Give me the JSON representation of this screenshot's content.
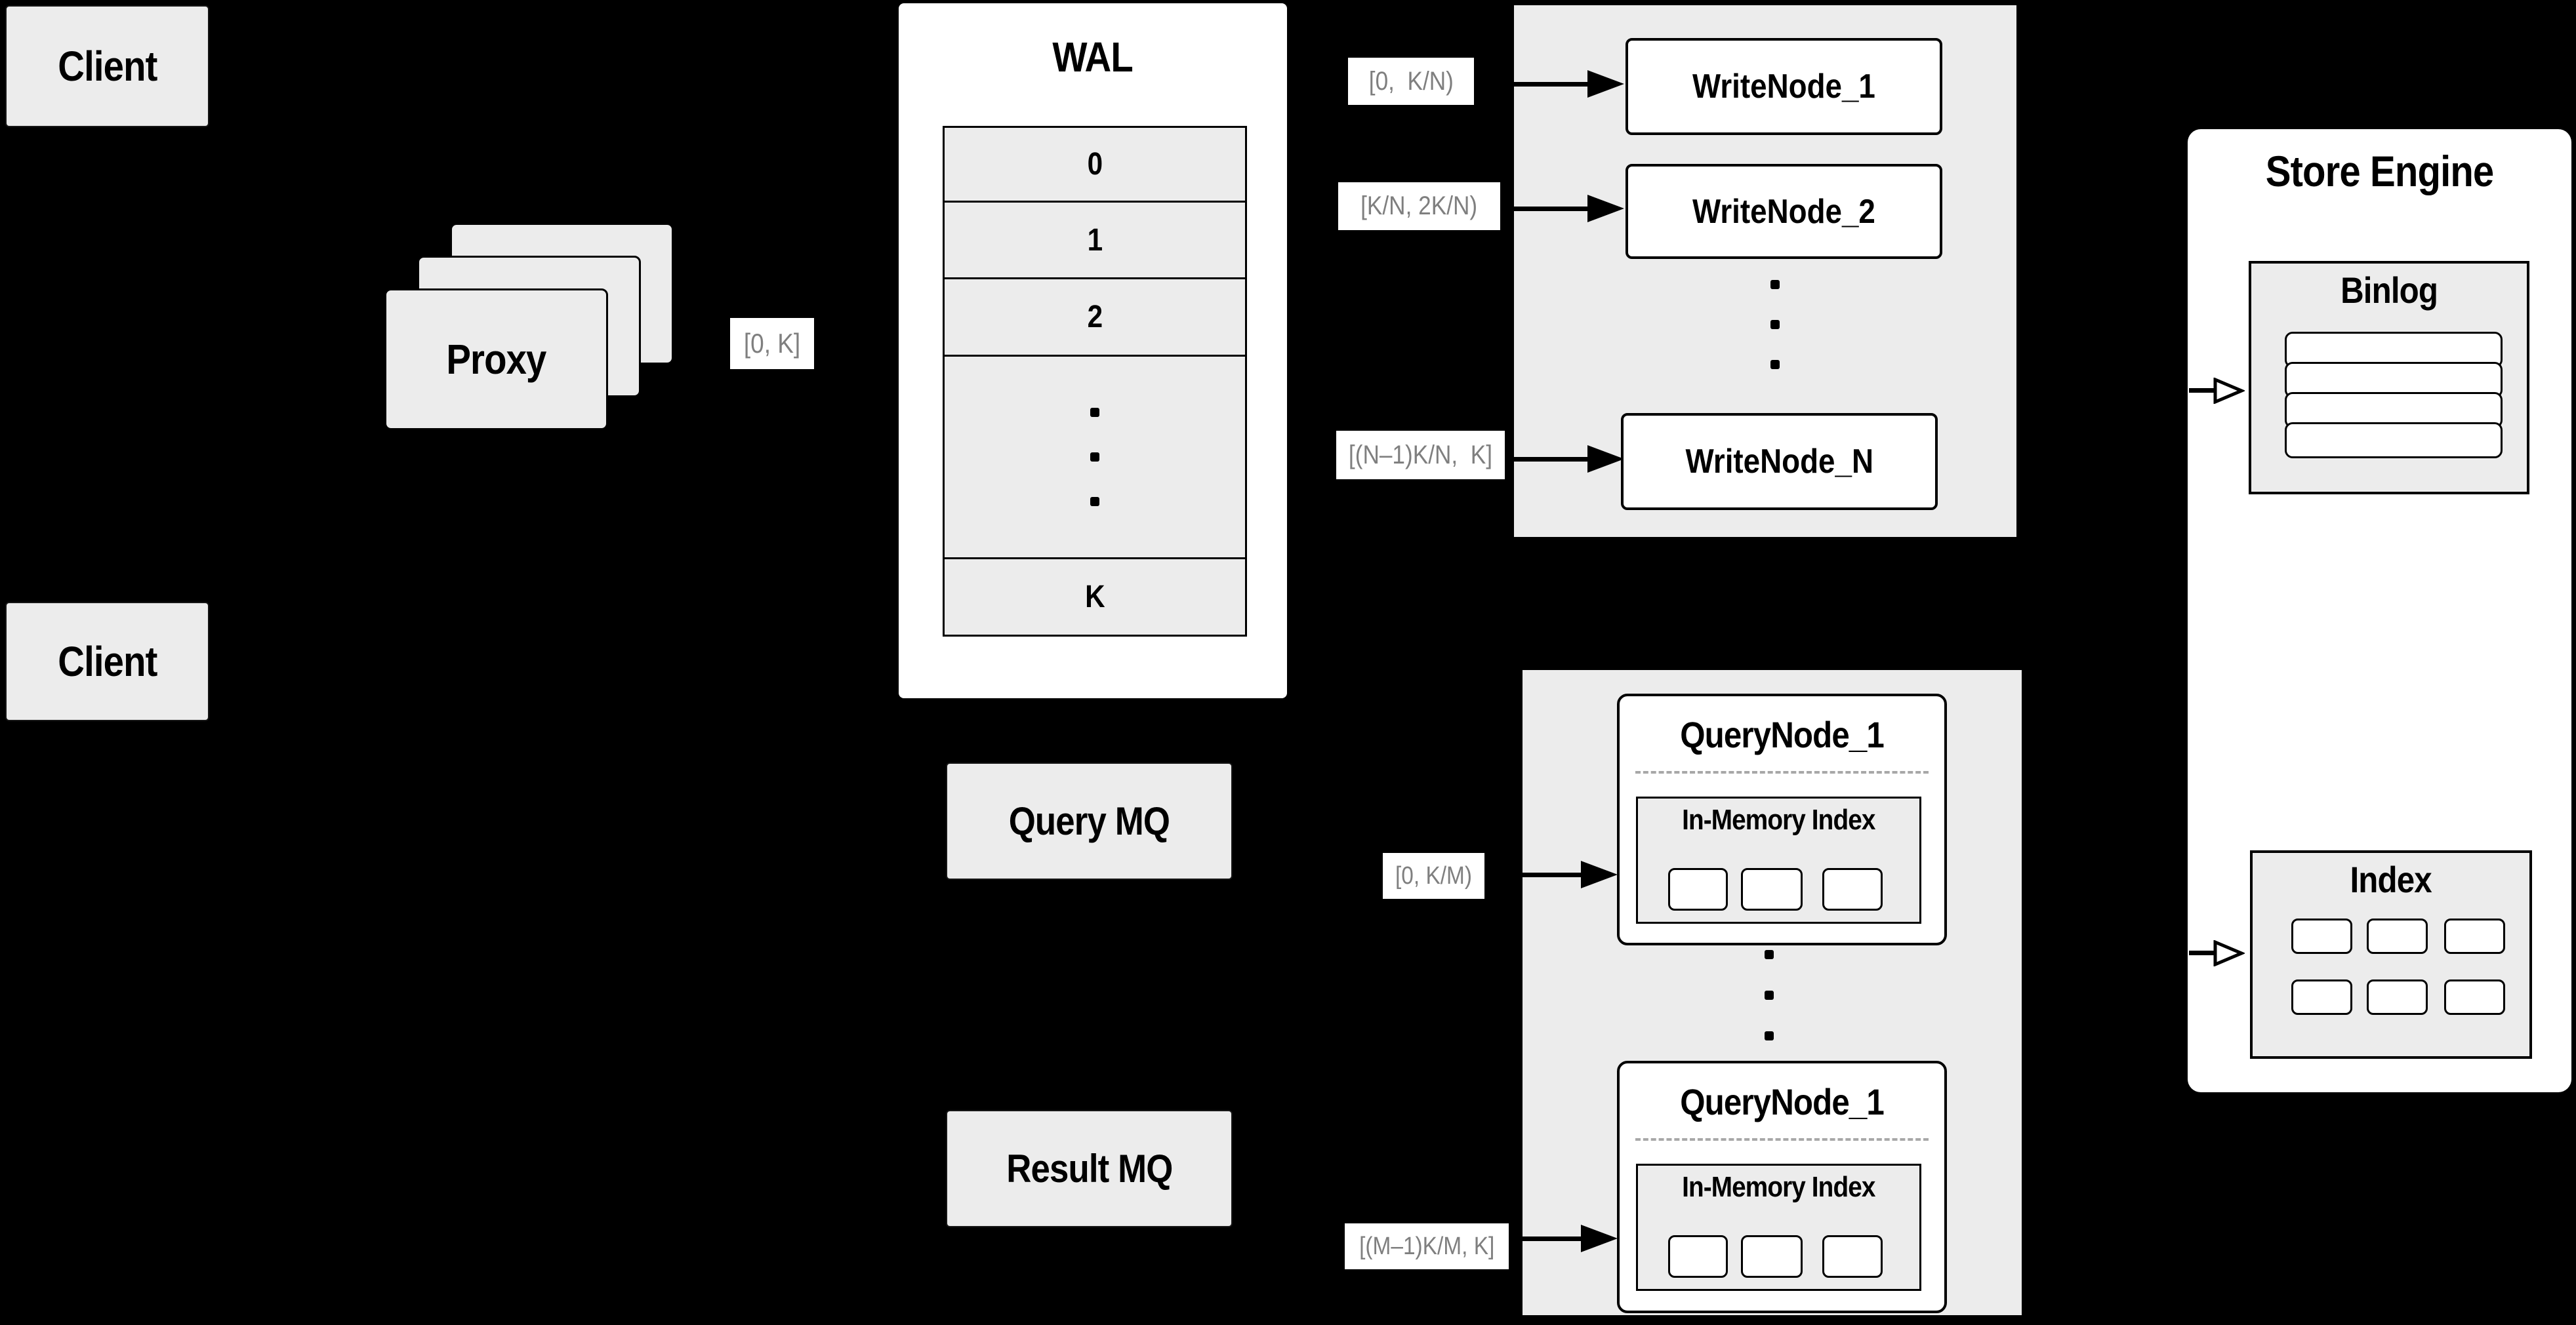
{
  "colors": {
    "background": "#000000",
    "panel_gray": "#ececec",
    "node_white": "#ffffff",
    "label_text_gray": "#7f7f7f",
    "line_black": "#000000"
  },
  "clients": [
    "Client",
    "Client"
  ],
  "proxy": {
    "label": "Proxy",
    "range": "[0, K]"
  },
  "wal": {
    "title": "WAL",
    "cells": [
      "0",
      "1",
      "2"
    ],
    "last_cell": "K"
  },
  "write_section": {
    "labels": [
      "[0,  K/N)",
      "[K/N, 2K/N)",
      "[(N–1)K/N,  K]"
    ],
    "nodes": [
      "WriteNode_1",
      "WriteNode_2",
      "WriteNode_N"
    ]
  },
  "mq": {
    "query": "Query MQ",
    "result": "Result MQ"
  },
  "query_section": {
    "labels": [
      "[0, K/M)",
      "[(M–1)K/M, K]"
    ],
    "nodes": [
      {
        "title": "QueryNode_1",
        "index_title": "In-Memory Index"
      },
      {
        "title": "QueryNode_1",
        "index_title": "In-Memory Index"
      }
    ]
  },
  "store_engine": {
    "title": "Store Engine",
    "binlog_title": "Binlog",
    "index_title": "Index"
  }
}
